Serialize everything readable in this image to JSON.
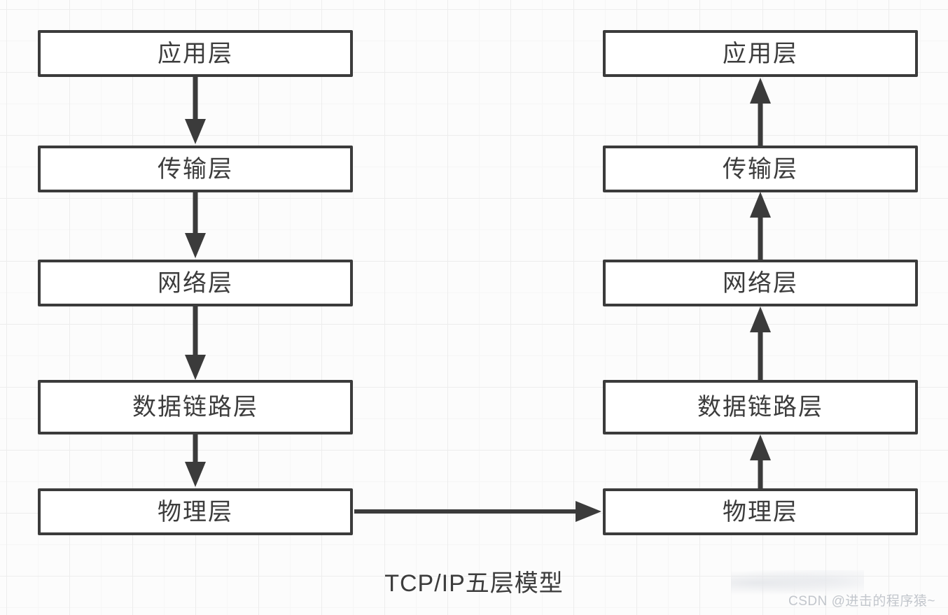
{
  "diagram": {
    "caption": "TCP/IP五层模型",
    "watermark": "CSDN @进击的程序猿~",
    "colors": {
      "box_stroke": "#3b3b3b",
      "box_fill": "#ffffff",
      "text": "#3c3c3c",
      "arrow": "#3b3b3b",
      "grid_line": "#ededed",
      "grid_sub_line": "#f6f6f6",
      "background": "#fcfcfc",
      "watermark_text": "#c2c6cc"
    },
    "left_stack": {
      "title": "sender",
      "direction": "downward",
      "layers": [
        {
          "label": "应用层"
        },
        {
          "label": "传输层"
        },
        {
          "label": "网络层"
        },
        {
          "label": "数据链路层"
        },
        {
          "label": "物理层"
        }
      ]
    },
    "right_stack": {
      "title": "receiver",
      "direction": "upward",
      "layers": [
        {
          "label": "应用层"
        },
        {
          "label": "传输层"
        },
        {
          "label": "网络层"
        },
        {
          "label": "数据链路层"
        },
        {
          "label": "物理层"
        }
      ]
    },
    "connector": {
      "label": "",
      "from": "物理层",
      "to": "物理层",
      "direction": "right"
    }
  }
}
